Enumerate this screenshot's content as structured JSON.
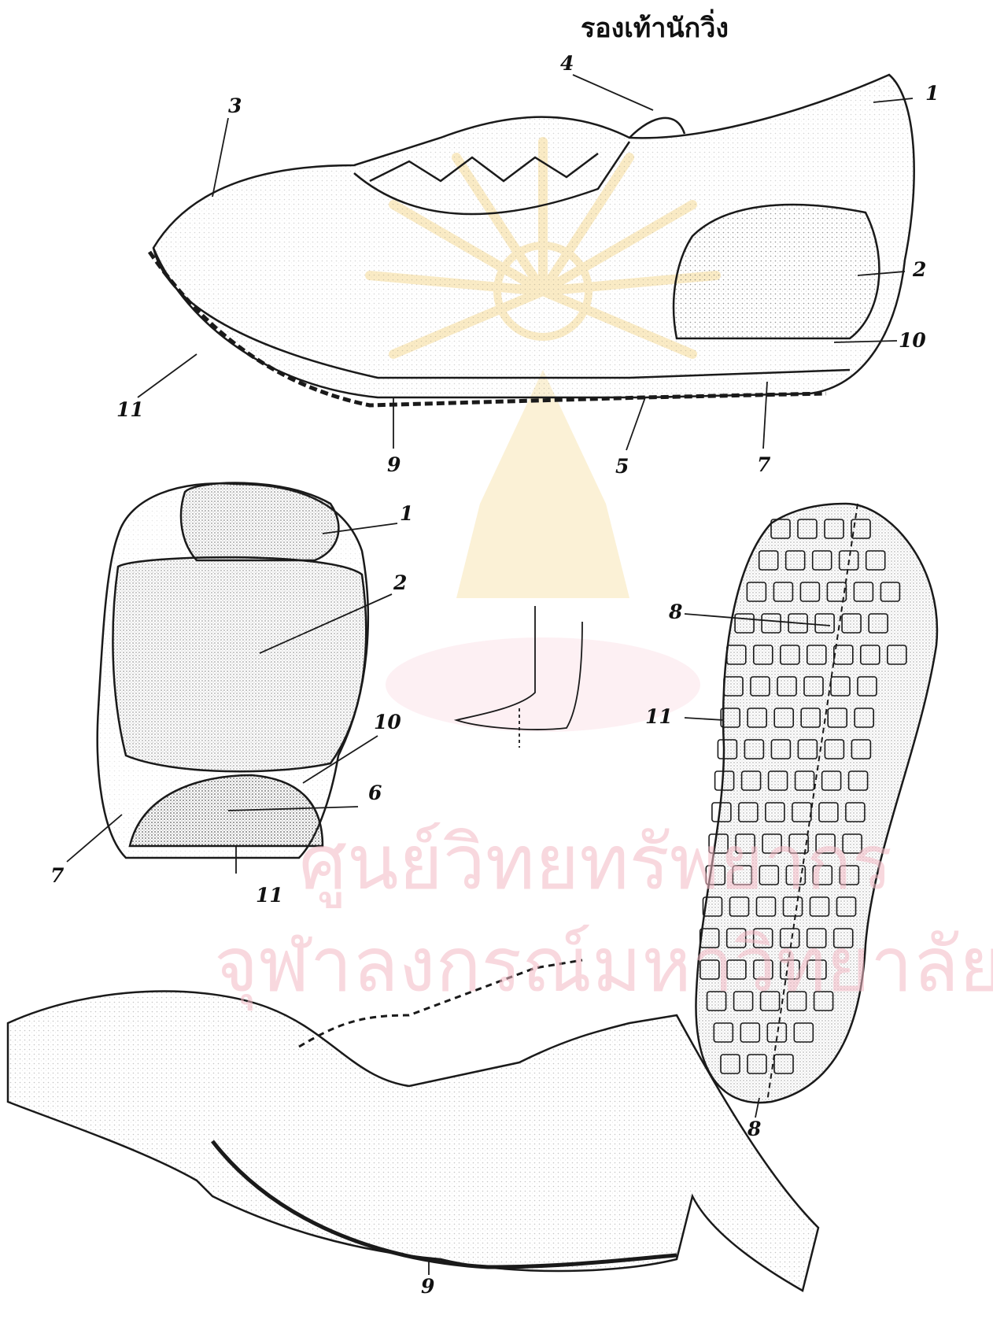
{
  "title": "รองเท้านักวิ่ง",
  "watermark": {
    "line1": "ศูนย์วิทยทรัพยากร",
    "line2": "จุฬาลงกรณ์มหาวิทยาลัย",
    "color": "#f2b8c4"
  },
  "ink_color": "#1a1a1a",
  "side_view_labels": {
    "n1": "1",
    "n2": "2",
    "n3": "3",
    "n4": "4",
    "n5": "5",
    "n7": "7",
    "n9": "9",
    "n10": "10",
    "n11": "11"
  },
  "heel_view_labels": {
    "n1": "1",
    "n2": "2",
    "n6": "6",
    "n7": "7",
    "n10": "10",
    "n11": "11"
  },
  "sole_view_labels": {
    "n8_top": "8",
    "n8_bottom": "8",
    "n11": "11"
  },
  "flex_view_labels": {
    "n9": "9"
  }
}
